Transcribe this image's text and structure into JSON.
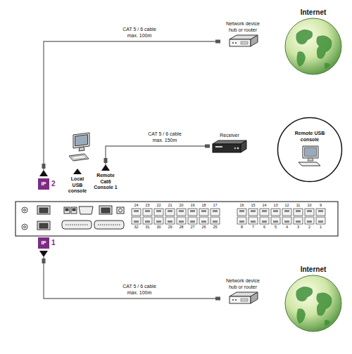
{
  "diagram": {
    "nodes": [
      {
        "text": [
          "Internet"
        ]
      },
      {
        "text": [
          "Network device hub or router"
        ]
      },
      {
        "text": [
          "Remote USB console"
        ]
      },
      {
        "text": [
          "Receiver"
        ]
      },
      {
        "text": [
          "IP",
          "2"
        ]
      },
      {
        "text": [
          "Remote Cat6 Console 1"
        ]
      },
      {
        "text": [
          "IP",
          "1"
        ]
      },
      {
        "text": [
          "Network device hub or router"
        ]
      },
      {
        "text": [
          "Internet"
        ]
      }
    ],
    "edges": [
      {
        "from": 4,
        "to": 1,
        "arrow": "none",
        "label": "CAT 5 / 6 cable max. 100m"
      },
      {
        "from": 5,
        "to": 3,
        "arrow": "none",
        "label": "CAT 5 / 6 cable max. 150m"
      },
      {
        "from": 6,
        "to": 7,
        "arrow": "none",
        "label": "CAT 5 / 6 cable max. 100m"
      }
    ],
    "labels": [
      "Local USB console",
      "24",
      "23",
      "22",
      "21",
      "20",
      "19",
      "18",
      "17",
      "16",
      "15",
      "14",
      "13",
      "12",
      "11",
      "10",
      "9",
      "32",
      "31",
      "30",
      "29",
      "28",
      "27",
      "26",
      "25",
      "8",
      "7",
      "6",
      "5",
      "4",
      "3",
      "2",
      "1"
    ]
  }
}
